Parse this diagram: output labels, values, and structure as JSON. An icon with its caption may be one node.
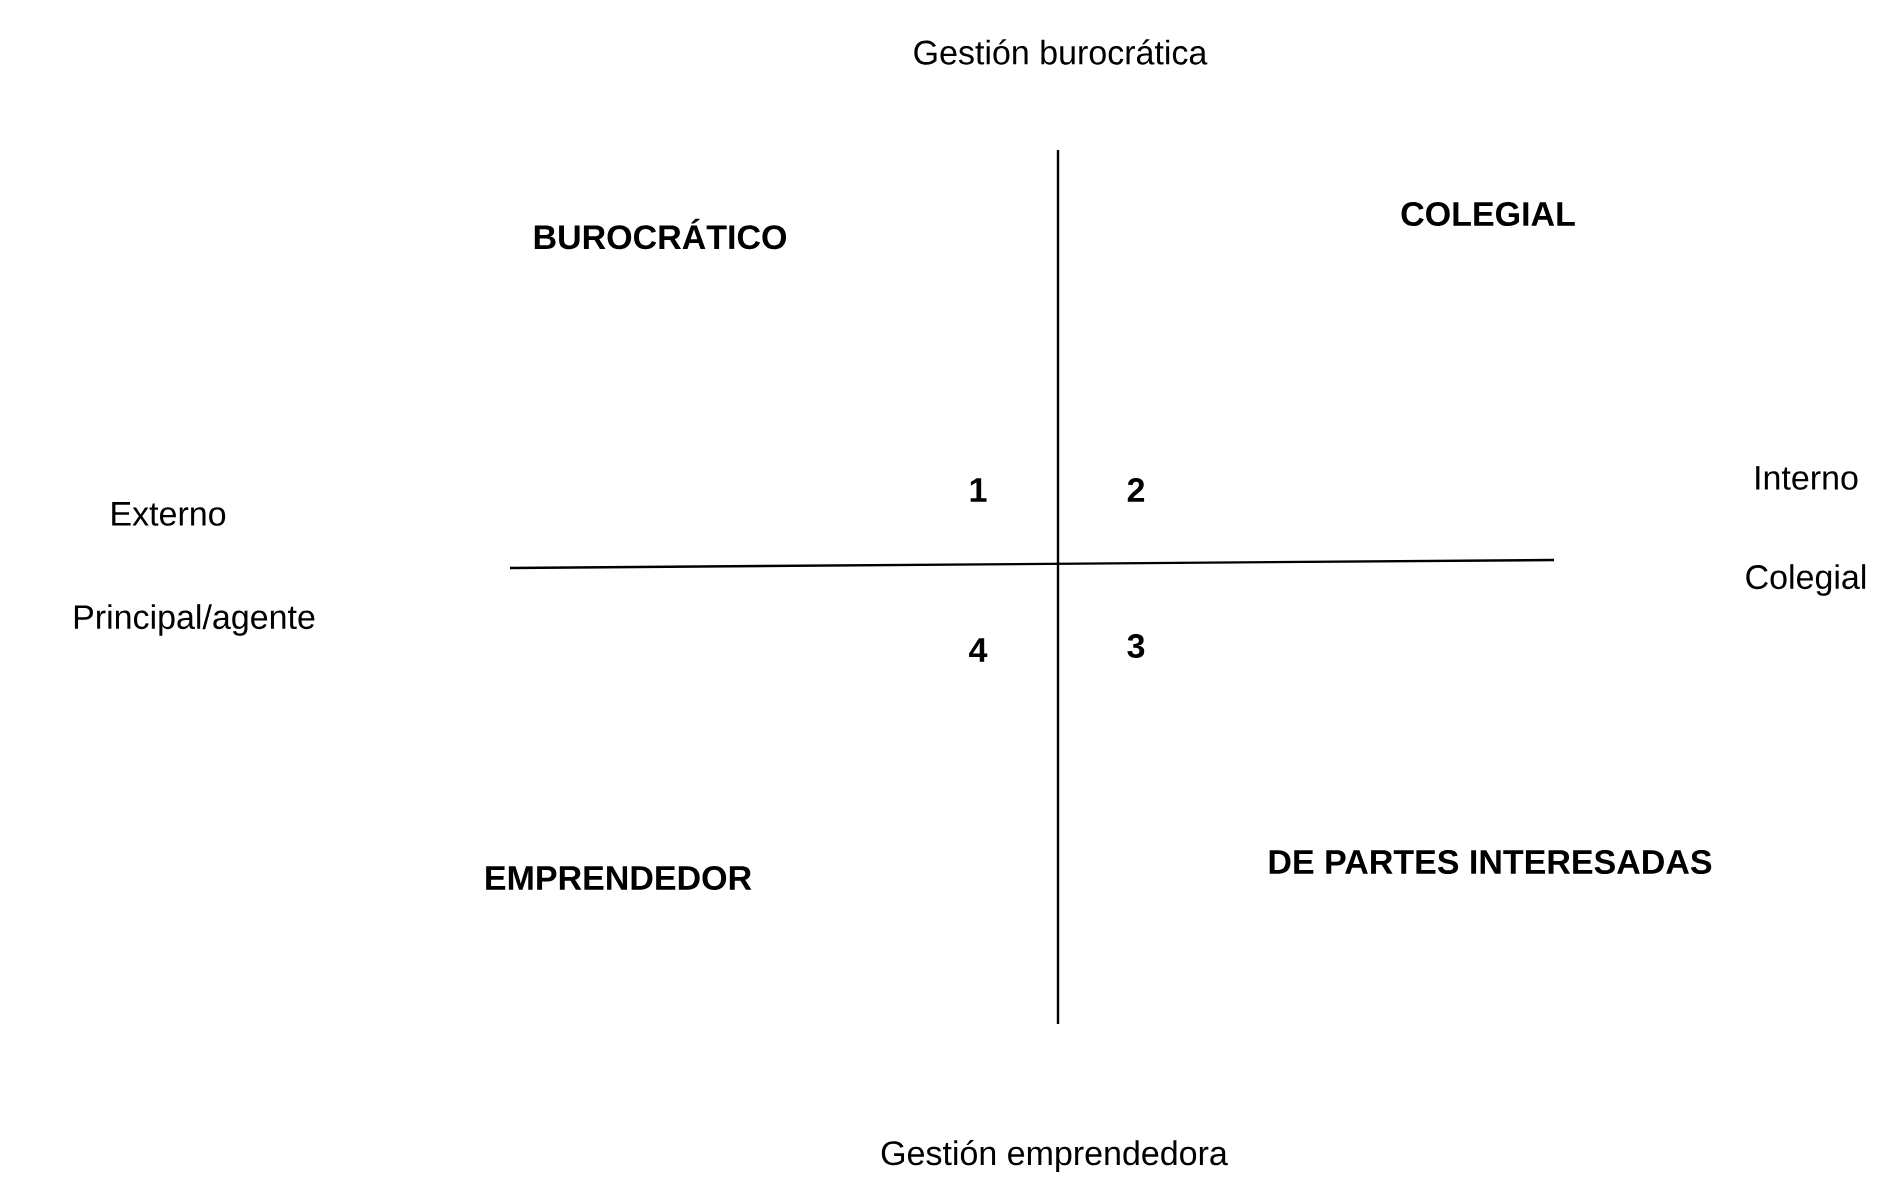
{
  "diagram": {
    "labels": [
      "Gestión burocrática",
      "BUROCRÁTICO",
      "COLEGIAL",
      "Externo",
      "1",
      "2",
      "Interno",
      "Principal/agente",
      "Colegial",
      "4",
      "3",
      "EMPRENDEDOR",
      "DE PARTES INTERESADAS",
      "Gestión emprendedora"
    ]
  }
}
